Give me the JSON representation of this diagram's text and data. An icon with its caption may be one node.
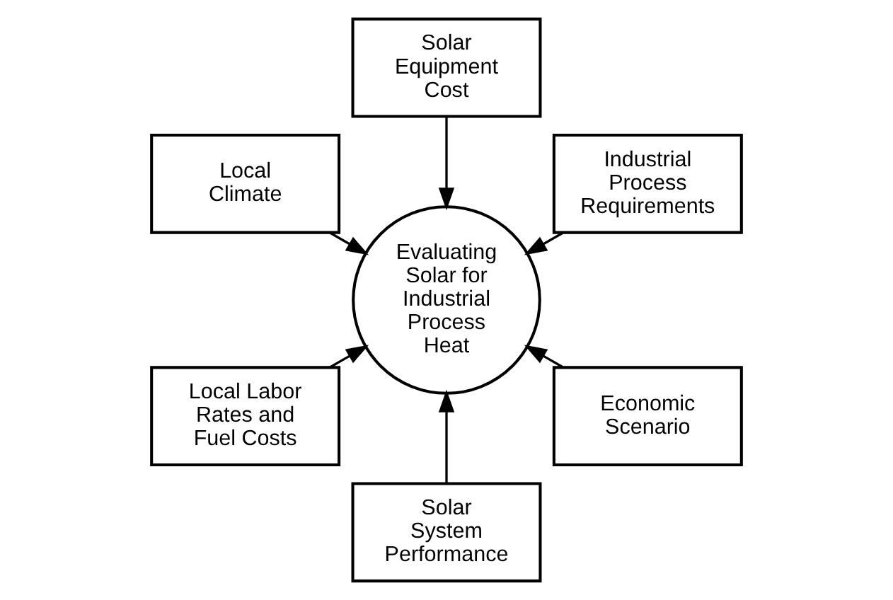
{
  "diagram": {
    "nodes": [
      {
        "text": [
          "Industrial Process Requirements"
        ]
      },
      {
        "text": [
          "Solar Equipment Cost"
        ]
      },
      {
        "text": [
          "Local Climate"
        ]
      },
      {
        "text": [
          "Evaluating Solar for Industrial Process Heat"
        ]
      },
      {
        "text": [
          "Local Labor Rates and Fuel Costs"
        ]
      },
      {
        "text": [
          "Solar System Performance"
        ]
      },
      {
        "text": [
          "Economic Scenario"
        ]
      }
    ],
    "edges": [
      {
        "from": 0,
        "to": 3,
        "arrow": "to"
      },
      {
        "from": 1,
        "to": 3,
        "arrow": "to"
      },
      {
        "from": 2,
        "to": 3,
        "arrow": "to"
      },
      {
        "from": 4,
        "to": 3,
        "arrow": "to"
      },
      {
        "from": 5,
        "to": 3,
        "arrow": "to"
      },
      {
        "from": 6,
        "to": 3,
        "arrow": "to"
      }
    ]
  }
}
